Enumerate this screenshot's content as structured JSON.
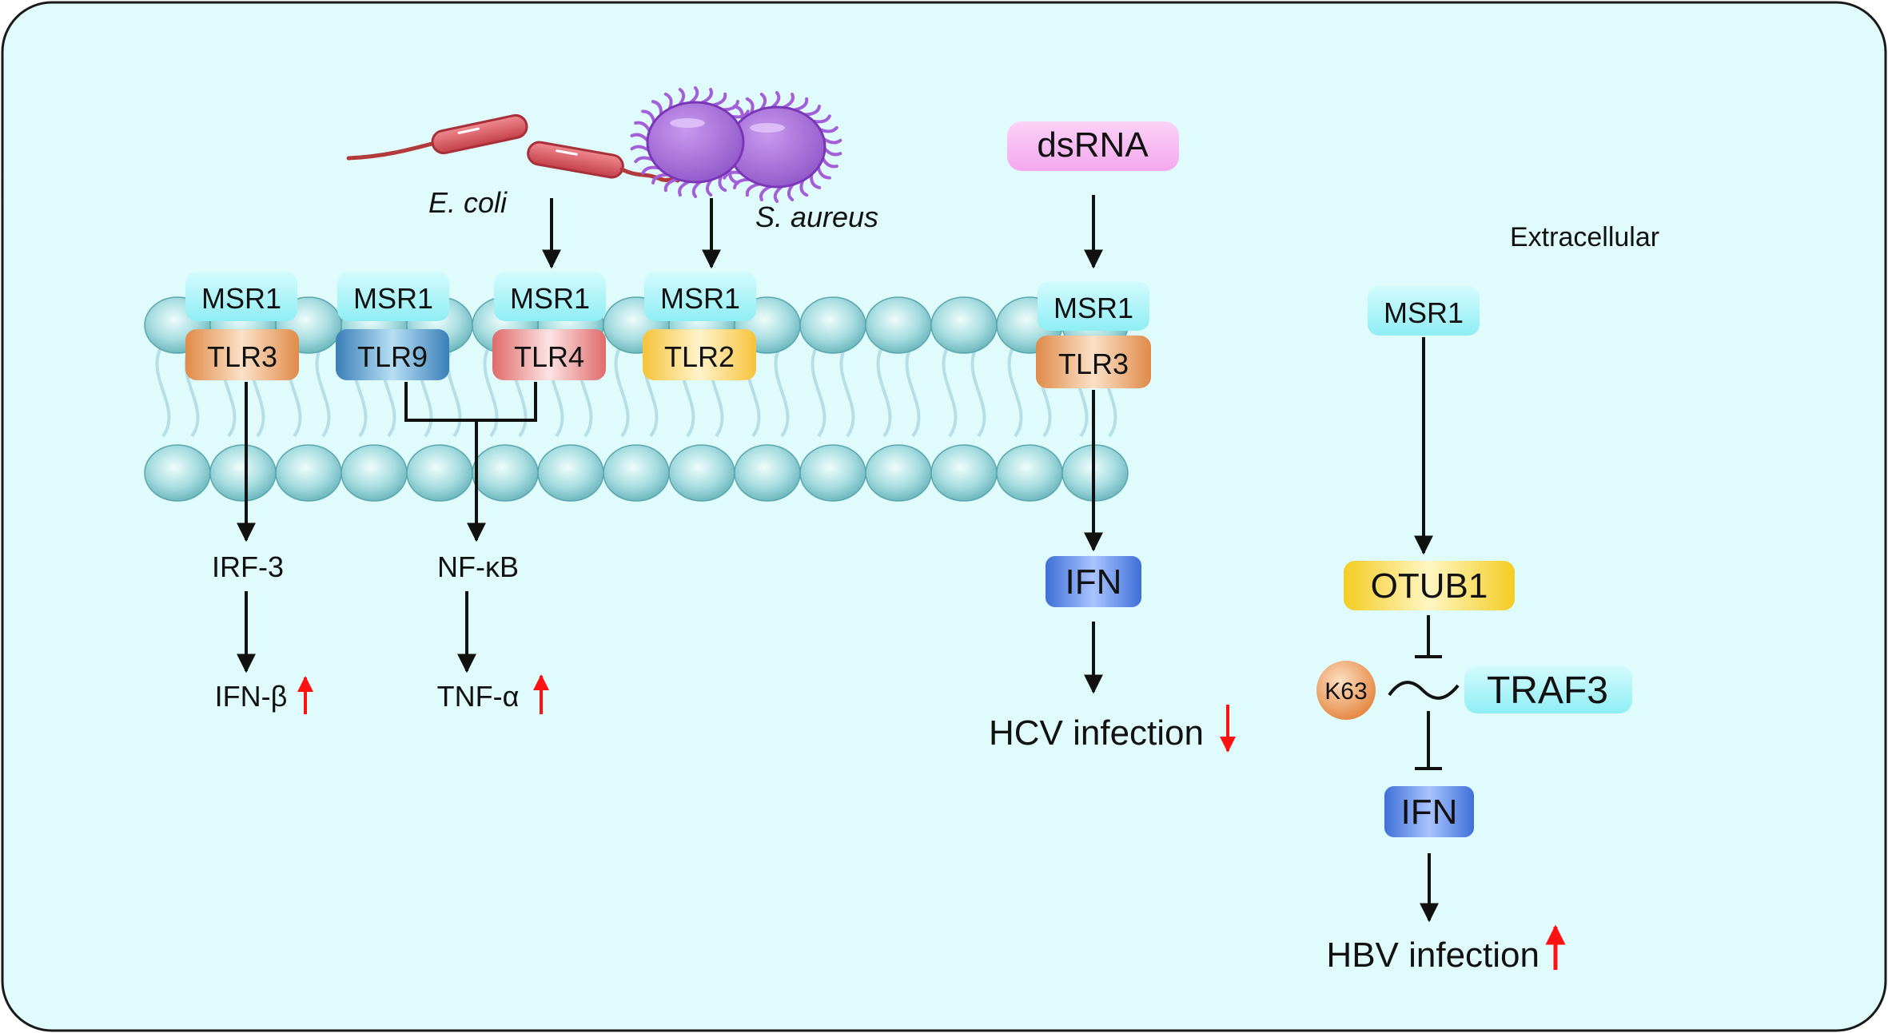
{
  "region_label": "Extracellular",
  "bacteria": {
    "ecoli": "E. coli",
    "saureus": "S. aureus"
  },
  "ligand": "dsRNA",
  "receptors": {
    "r1": {
      "msr": "MSR1",
      "tlr": "TLR3"
    },
    "r2": {
      "msr": "MSR1",
      "tlr": "TLR9"
    },
    "r3": {
      "msr": "MSR1",
      "tlr": "TLR4"
    },
    "r4": {
      "msr": "MSR1",
      "tlr": "TLR2"
    },
    "r5": {
      "msr": "MSR1",
      "tlr": "TLR3"
    },
    "r6": {
      "msr": "MSR1"
    }
  },
  "pathway1": {
    "mediator": "IRF-3",
    "output": "IFN-β",
    "change": "up"
  },
  "pathway2": {
    "mediator": "NF-κB",
    "output": "TNF-α",
    "change": "up"
  },
  "pathway3": {
    "mediator": "IFN",
    "output": "HCV infection",
    "change": "down"
  },
  "pathway4": {
    "mediator": "OTUB1",
    "ubiquitin": "K63",
    "target": "TRAF3",
    "ifn": "IFN",
    "output": "HBV infection",
    "change": "up"
  },
  "colors": {
    "background": "#e0fbfb",
    "border": "#1a1a1a",
    "lipid_head": "#8fd0d4",
    "lipid_tail": "#b5dfe6",
    "msr1": "#a8f3f7",
    "tlr3": "#f0a060",
    "tlr9": "#4f95c8",
    "tlr4": "#e87878",
    "tlr2": "#f8c848",
    "dsrna": "#f7b4f2",
    "ifn": "#4f7ee6",
    "otub1": "#f7d332",
    "traf3": "#a8f3f7",
    "k63": "#f0a060",
    "arrow_change": "#ff1111",
    "ecoli": "#d04a52",
    "saureus": "#9d5cd0"
  }
}
